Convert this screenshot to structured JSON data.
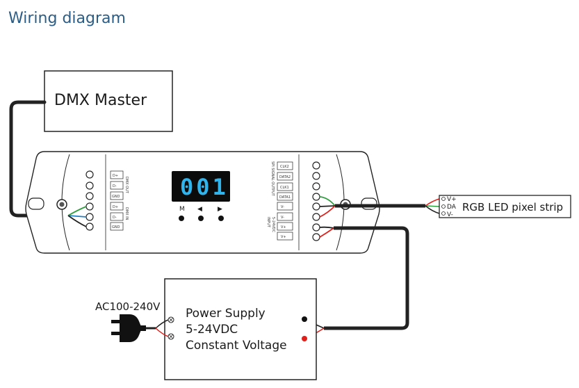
{
  "page": {
    "title": "Wiring diagram"
  },
  "dmx_master": {
    "label": "DMX Master"
  },
  "decoder": {
    "display_value": "001",
    "buttons": {
      "mode": "M",
      "left": "◀",
      "right": "▶"
    },
    "left_terminals": {
      "group1": [
        "D+",
        "D-",
        "GND"
      ],
      "group2": [
        "D+",
        "D-",
        "GND"
      ],
      "group1_caption": "DMX OUT",
      "group2_caption": "DMX IN"
    },
    "right_terminals": {
      "spi_labels": [
        "CLK2",
        "DATA2",
        "CLK1",
        "DATA1"
      ],
      "spi_caption": "SPI SIGNAL OUTPUT",
      "input_labels": [
        "V-",
        "V-",
        "V+",
        "V+"
      ],
      "input_caption_1": "INPUT",
      "input_caption_2": "5-24VDC"
    }
  },
  "led_strip": {
    "label": "RGB LED pixel strip",
    "pins": [
      "V+",
      "DA",
      "V-"
    ]
  },
  "power_supply": {
    "line1": "Power Supply",
    "line2": "5-24VDC",
    "line3": "Constant Voltage",
    "ac_label": "AC100-240V"
  },
  "colors": {
    "title": "#2c5d86",
    "wire": "#222222",
    "green": "#2e9e3f",
    "blue": "#1f7fc4",
    "red": "#e0201b",
    "display_bg": "#0b0b0b",
    "display_digits": "#2fb4ee"
  }
}
